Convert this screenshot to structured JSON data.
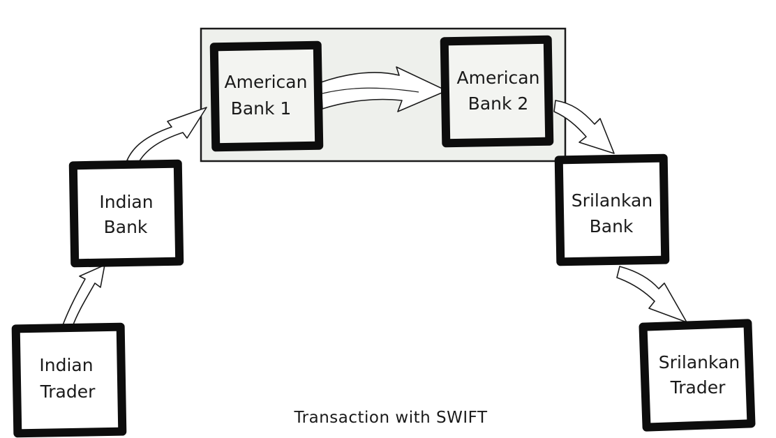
{
  "caption": "Transaction with SWIFT",
  "nodes": {
    "indian_trader": {
      "line1": "Indian",
      "line2": "Trader"
    },
    "indian_bank": {
      "line1": "Indian",
      "line2": "Bank"
    },
    "american_bank_1": {
      "line1": "American",
      "line2": "Bank 1"
    },
    "american_bank_2": {
      "line1": "American",
      "line2": "Bank 2"
    },
    "srilankan_bank": {
      "line1": "Srilankan",
      "line2": "Bank"
    },
    "srilankan_trader": {
      "line1": "Srilankan",
      "line2": "Trader"
    }
  },
  "flow": [
    "indian_trader",
    "indian_bank",
    "american_bank_1",
    "american_bank_2",
    "srilankan_bank",
    "srilankan_trader"
  ],
  "colors": {
    "box_border": "#0d0d0d",
    "group_fill": "#eef0ec",
    "text": "#1a1a1a"
  }
}
